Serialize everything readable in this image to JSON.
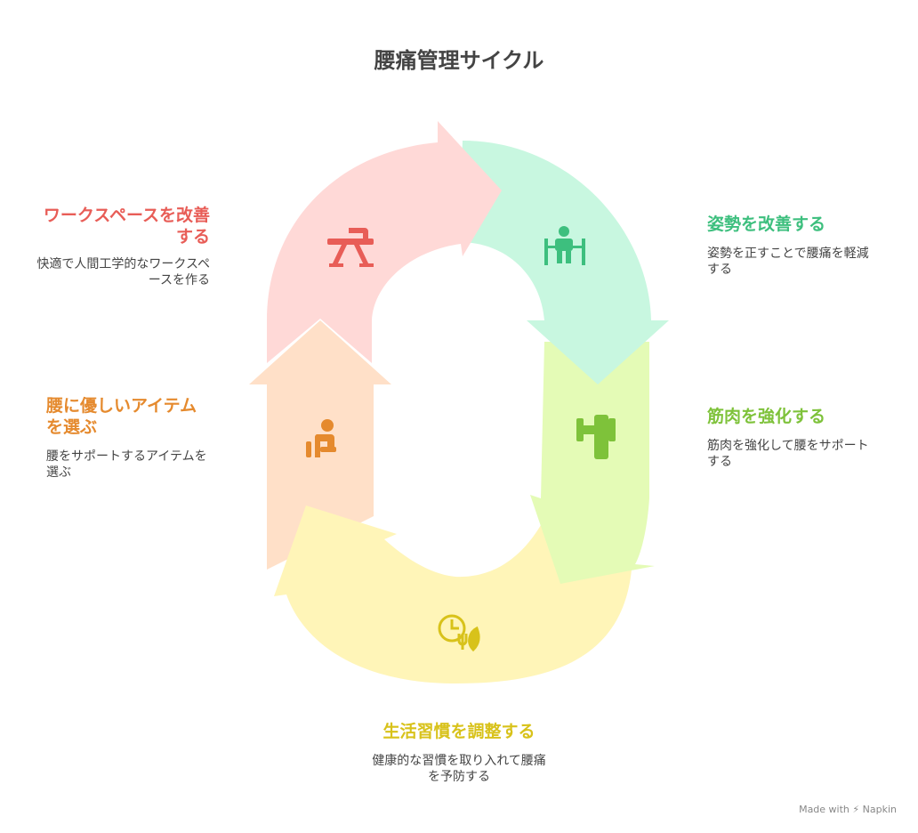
{
  "title": "腰痛管理サイクル",
  "steps": [
    {
      "label": "ワークスペースを改善する",
      "desc": "快適で人間工学的なワークスペースを作る",
      "icon": "ergonomic-desk-icon",
      "color": "#e85d57",
      "fill": "#ffd9d7"
    },
    {
      "label": "姿勢を改善する",
      "desc": "姿勢を正すことで腰痛を軽減する",
      "icon": "posture-figure-icon",
      "color": "#3dbf7e",
      "fill": "#c8f7e0"
    },
    {
      "label": "筋肉を強化する",
      "desc": "筋肉を強化して腰をサポートする",
      "icon": "dumbbell-icon",
      "color": "#7ec23a",
      "fill": "#e4fbb6"
    },
    {
      "label": "生活習慣を調整する",
      "desc": "健康的な習慣を取り入れて腰痛を予防する",
      "icon": "clock-fork-leaf-icon",
      "color": "#d8c21a",
      "fill": "#fff5b8"
    },
    {
      "label": "腰に優しいアイテムを選ぶ",
      "desc": "腰をサポートするアイテムを選ぶ",
      "icon": "sitting-person-icon",
      "color": "#e58a2e",
      "fill": "#ffe0c8"
    }
  ],
  "footer": {
    "made_with": "Made with",
    "brand": "Napkin"
  }
}
